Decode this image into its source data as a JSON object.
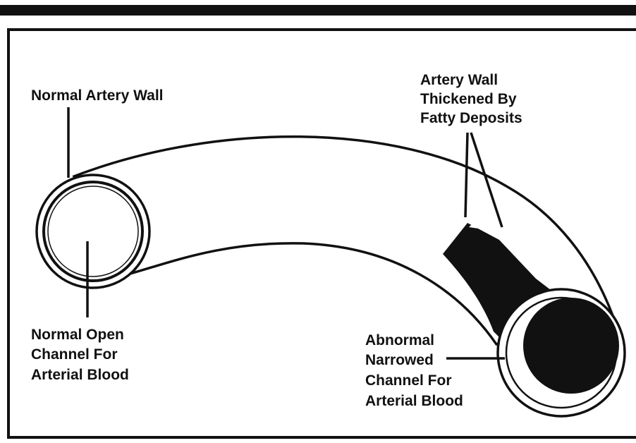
{
  "diagram": {
    "labels": {
      "normal_wall": "Normal Artery Wall",
      "thickened_wall": [
        "Artery Wall",
        "Thickened By",
        "Fatty Deposits"
      ],
      "normal_channel": [
        "Normal Open",
        "Channel For",
        "Arterial Blood"
      ],
      "narrowed_channel": [
        "Abnormal",
        "Narrowed",
        "Channel For",
        "Arterial Blood"
      ]
    }
  },
  "colors": {
    "ink": "#111111",
    "paper": "#ffffff"
  }
}
